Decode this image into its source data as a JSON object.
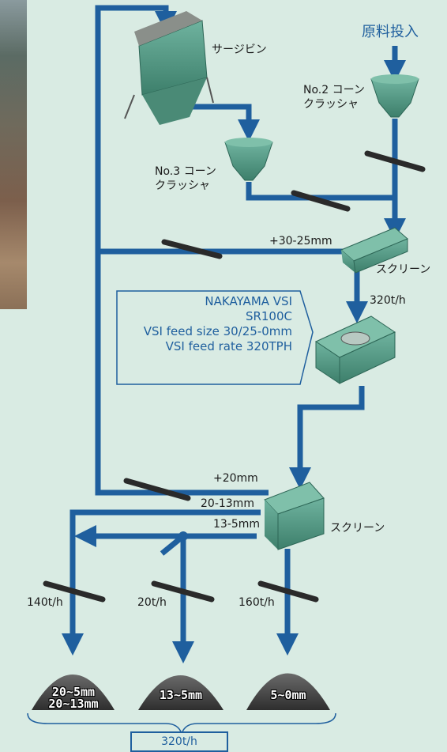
{
  "raw_input": "原料投入",
  "surge_bin": "サージビン",
  "cone2": {
    "model": "No.2 コーン",
    "type": "クラッシャ"
  },
  "cone3": {
    "model": "No.3 コーン",
    "type": "クラッシャ"
  },
  "screen1": {
    "oversize": "+30-25mm",
    "label": "スクリーン",
    "throughput": "320t/h"
  },
  "vsi": {
    "line1": "NAKAYAMA VSI",
    "line2": "SR100C",
    "line3": "VSI feed size 30/25-0mm",
    "line4": "VSI feed rate 320TPH"
  },
  "screen2": {
    "oversize": "+20mm",
    "cut1": "20-13mm",
    "cut2": "13-5mm",
    "label": "スクリーン"
  },
  "flows": {
    "a": "140t/h",
    "b": "20t/h",
    "c": "160t/h"
  },
  "products": {
    "p1_line1": "20~5mm",
    "p1_line2": "20~13mm",
    "p2": "13~5mm",
    "p3": "5~0mm"
  },
  "total": "320t/h",
  "colors": {
    "pipe": "#1f5f9e",
    "equipment": "#4f9a84",
    "background": "#d9ebe3"
  }
}
